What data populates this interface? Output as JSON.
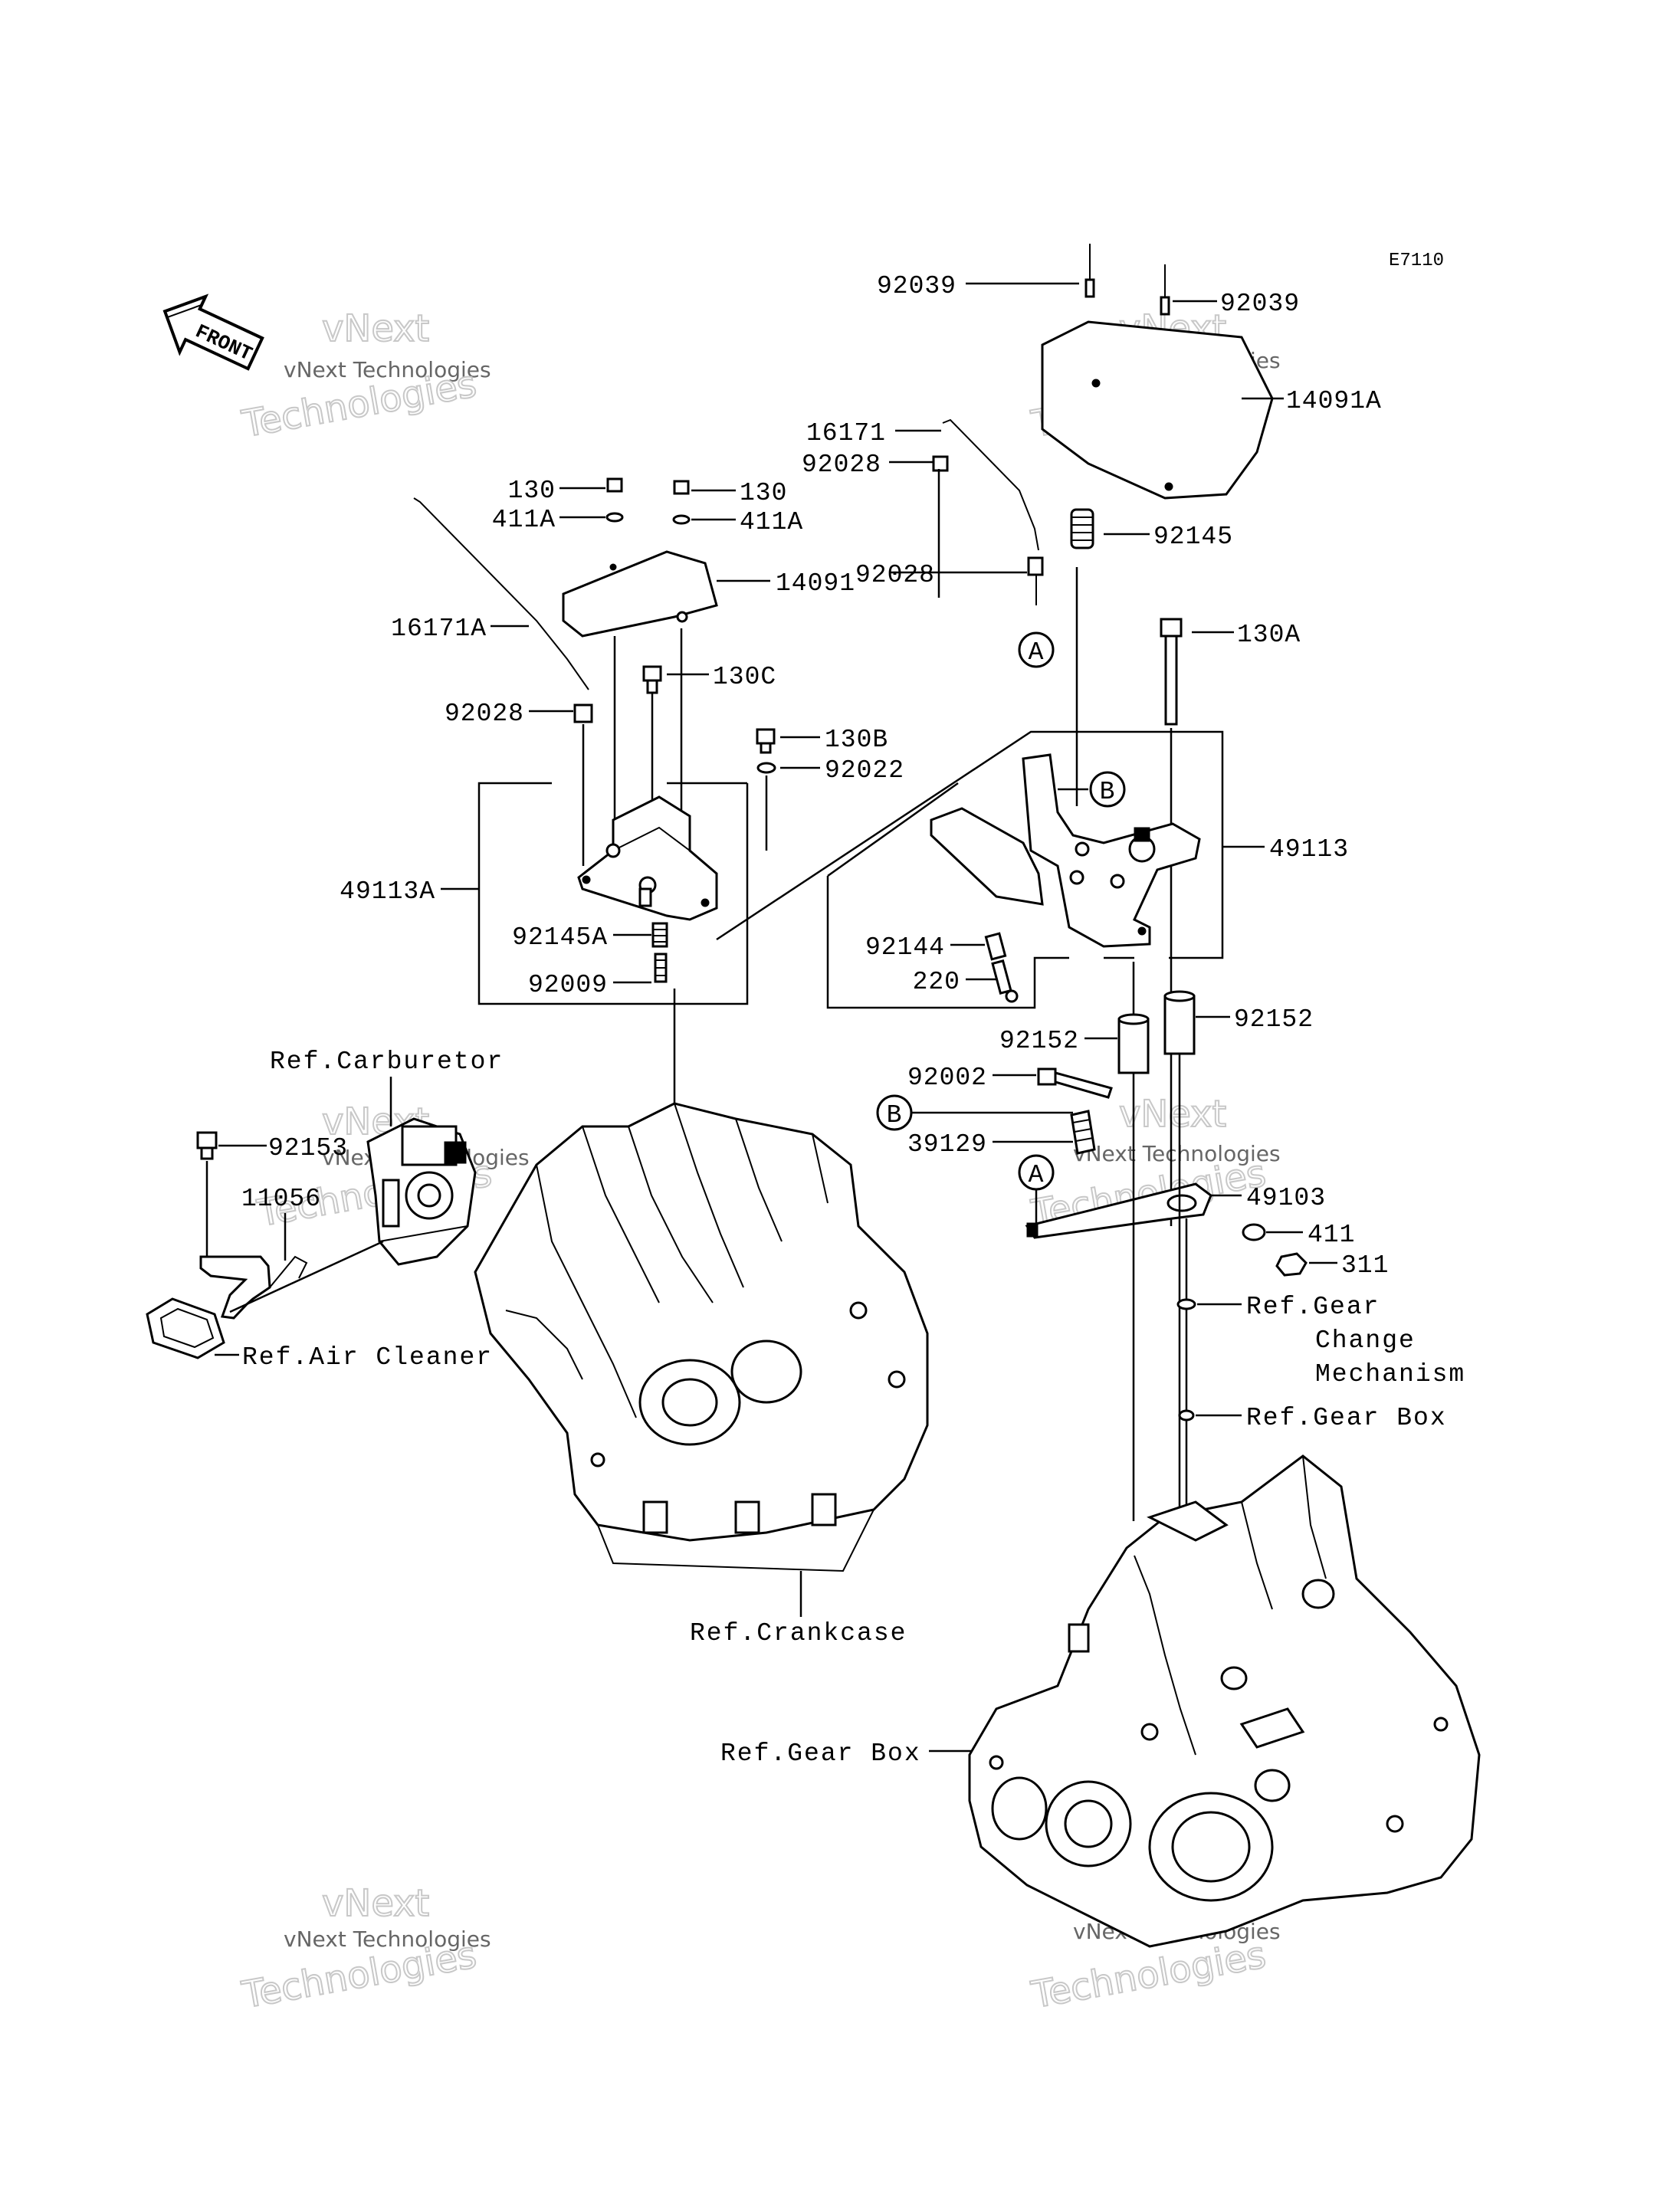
{
  "diagram_code": "E7110",
  "front_label": "FRONT",
  "watermark_small": "vNext Technologies",
  "watermark_large": "Technologies",
  "watermark_top": "vNext",
  "callouts": {
    "A": "A",
    "B": "B"
  },
  "labels": {
    "p92039_left": "92039",
    "p92039_right": "92039",
    "p14091A": "14091A",
    "p16171": "16171",
    "p92028_a": "92028",
    "p92028_b": "92028",
    "p92028_c": "92028",
    "p92145": "92145",
    "p130_left": "130",
    "p130_right": "130",
    "p411A_left": "411A",
    "p411A_right": "411A",
    "p14091": "14091",
    "p16171A": "16171A",
    "p130C": "130C",
    "p130A": "130A",
    "p130B": "130B",
    "p92022": "92022",
    "p49113A": "49113A",
    "p49113": "49113",
    "p92145A": "92145A",
    "p92009": "92009",
    "p92144": "92144",
    "p220": "220",
    "p92152_left": "92152",
    "p92152_right": "92152",
    "p92002": "92002",
    "p39129": "39129",
    "p49103": "49103",
    "p411": "411",
    "p311": "311",
    "p92153": "92153",
    "p11056": "11056"
  },
  "references": {
    "carburetor": "Ref.Carburetor",
    "air_cleaner": "Ref.Air Cleaner",
    "crankcase": "Ref.Crankcase",
    "gear_change_1": "Ref.Gear",
    "gear_change_2": "Change",
    "gear_change_3": "Mechanism",
    "gear_box_small": "Ref.Gear Box",
    "gear_box_large": "Ref.Gear Box"
  }
}
